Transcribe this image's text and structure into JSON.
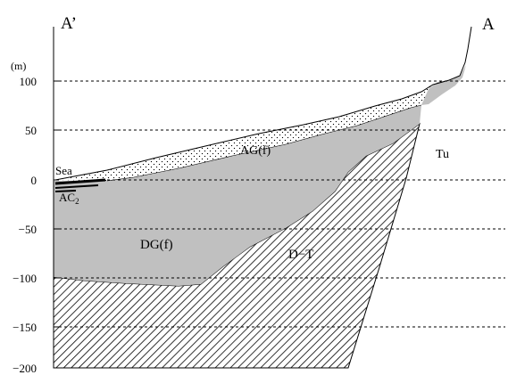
{
  "section": {
    "left_end_label": "A’",
    "right_end_label": "A",
    "units_label": "(m)"
  },
  "depth_axis": {
    "ticks": [
      "100",
      "50",
      "0",
      "−50",
      "−100",
      "−150",
      "−200"
    ]
  },
  "units": {
    "sea": "Sea",
    "ag": "AG(f)",
    "ac2": "AC",
    "ac2_subscript": "2",
    "dg": "DG(f)",
    "dt": "D−T",
    "tu": "Tu"
  },
  "colors": {
    "line": "#000000",
    "dg_fill": "#c0c0c0",
    "background": "#ffffff"
  }
}
